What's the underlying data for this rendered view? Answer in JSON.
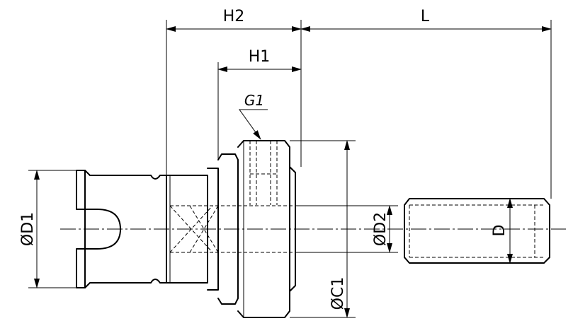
{
  "labels": {
    "h2": "H2",
    "l": "L",
    "h1": "H1",
    "g1": "G1",
    "d1": "ØD1",
    "d2": "ØD2",
    "d": "D",
    "c1": "ØC1"
  }
}
